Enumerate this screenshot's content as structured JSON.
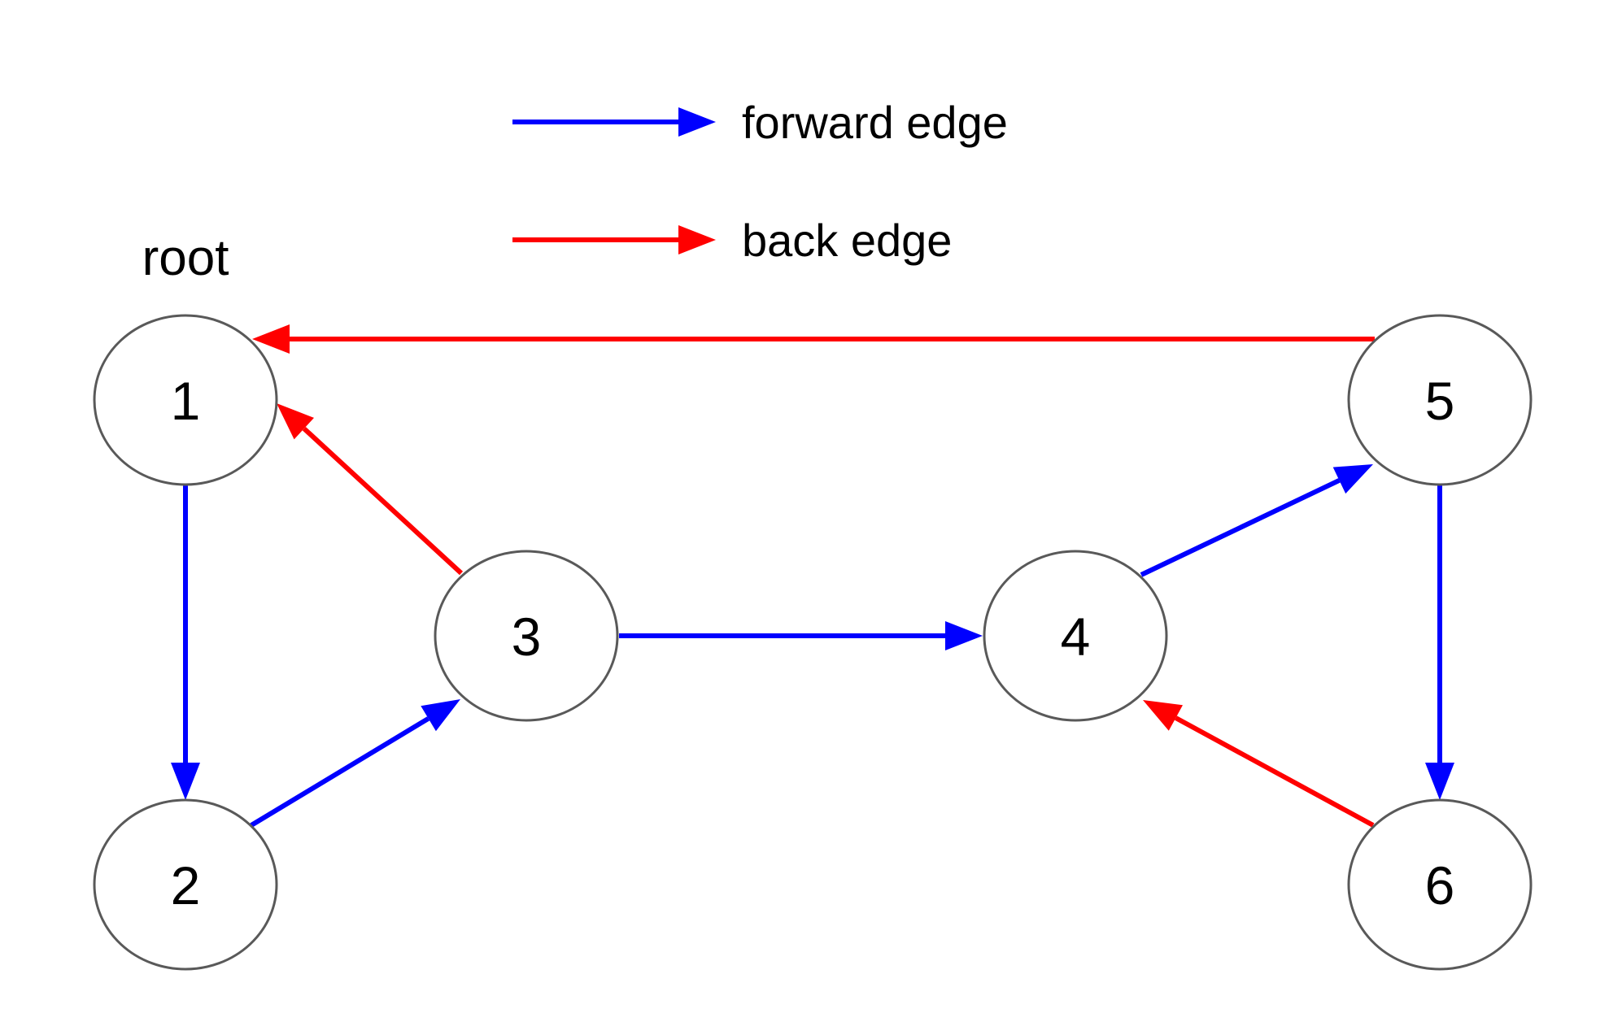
{
  "colors": {
    "forward": "#0000ff",
    "back": "#ff0000",
    "node_stroke": "#595959",
    "node_fill": "#ffffff",
    "text": "#000000"
  },
  "legend": {
    "forward_label": "forward edge",
    "back_label": "back edge"
  },
  "root_label": "root",
  "nodes": [
    {
      "id": "1",
      "label": "1"
    },
    {
      "id": "2",
      "label": "2"
    },
    {
      "id": "3",
      "label": "3"
    },
    {
      "id": "4",
      "label": "4"
    },
    {
      "id": "5",
      "label": "5"
    },
    {
      "id": "6",
      "label": "6"
    }
  ],
  "edges": [
    {
      "from": "1",
      "to": "2",
      "kind": "forward"
    },
    {
      "from": "2",
      "to": "3",
      "kind": "forward"
    },
    {
      "from": "3",
      "to": "4",
      "kind": "forward"
    },
    {
      "from": "4",
      "to": "5",
      "kind": "forward"
    },
    {
      "from": "5",
      "to": "6",
      "kind": "forward"
    },
    {
      "from": "3",
      "to": "1",
      "kind": "back"
    },
    {
      "from": "5",
      "to": "1",
      "kind": "back"
    },
    {
      "from": "6",
      "to": "4",
      "kind": "back"
    }
  ]
}
